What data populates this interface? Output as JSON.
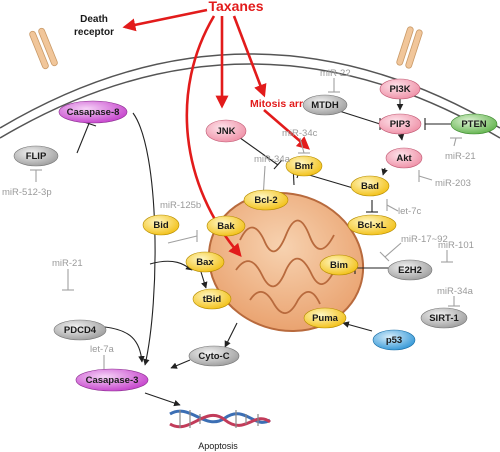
{
  "labels": {
    "taxanes": "Taxanes",
    "death_receptor_line1": "Death",
    "death_receptor_line2": "receptor",
    "mitosis_arrest": "Mitosis arrest",
    "apoptosis": "Apoptosis"
  },
  "nodes": {
    "casapase8": "Casapase-8",
    "flip": "FLIP",
    "pdcd4": "PDCD4",
    "casapase3": "Casapase-3",
    "cytoc": "Cyto-C",
    "jnk": "JNK",
    "mtdh": "MTDH",
    "pi3k": "PI3K",
    "pip3": "PIP3",
    "pten": "PTEN",
    "akt": "Akt",
    "bmf": "Bmf",
    "bad": "Bad",
    "bcl2": "Bcl-2",
    "bclxl": "Bcl-xL",
    "bid": "Bid",
    "bak": "Bak",
    "bax": "Bax",
    "tbid": "tBid",
    "bim": "Bim",
    "puma": "Puma",
    "e2h2": "E2H2",
    "sirt1": "SIRT-1",
    "p53": "p53"
  },
  "mirnas": {
    "mir512": "miR-512-3p",
    "mir21_left": "miR-21",
    "let7a": "let-7a",
    "mir22": "miR-22",
    "mir34c": "miR-34c",
    "mir34a_top": "miR-34a",
    "mir125b": "miR-125b",
    "mir21_right": "miR-21",
    "mir203": "miR-203",
    "let7c": "let-7c",
    "mir17_92": "miR-17~92",
    "mir101": "miR-101",
    "mir34a_bottom": "miR-34a"
  },
  "colors": {
    "red": "#e21b1b",
    "pink_node": "#f4a7b7",
    "magenta_node": "#cc4fd0",
    "gray_node": "#a9a9a9",
    "yellow_node": "#f5c518",
    "green_node": "#6fbe5a",
    "blue_node": "#3aa0dc",
    "mitochondrion": "#f0b98b"
  }
}
